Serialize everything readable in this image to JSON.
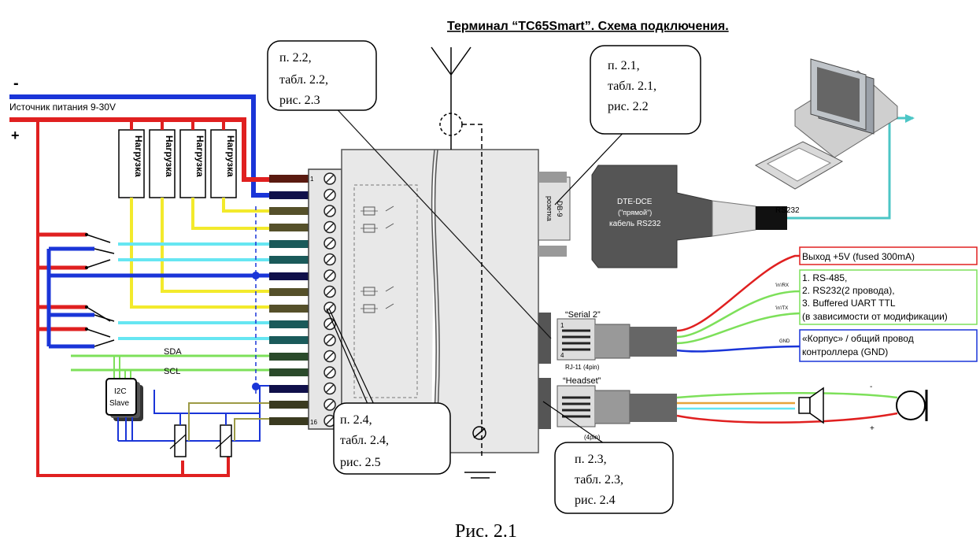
{
  "title": "Терминал “TC65Smart”. Схема подключения.",
  "caption": "Рис. 2.1",
  "power": {
    "minus": "-",
    "plus": "+",
    "label": "Источник питания 9-30V"
  },
  "loads": [
    "Нагрузка",
    "Нагрузка",
    "Нагрузка",
    "Нагрузка"
  ],
  "bus": {
    "sda": "SDA",
    "scl": "SCL"
  },
  "i2c": {
    "line1": "I2C",
    "line2": "Slave"
  },
  "callouts": {
    "c22": [
      "п. 2.2,",
      "табл. 2.2,",
      "рис. 2.3"
    ],
    "c21": [
      "п. 2.1,",
      "табл. 2.1,",
      "рис. 2.2"
    ],
    "c24": [
      "п. 2.4,",
      "табл. 2.4,",
      "рис. 2.5"
    ],
    "c23": [
      "п. 2.3,",
      "табл. 2.3,",
      "рис. 2.4"
    ]
  },
  "db9": {
    "line1": "DB-9",
    "line2": "розетка"
  },
  "cable": {
    "line1": "DTE-DCE",
    "line2": "(\"прямой\")",
    "line3": "кабель RS232"
  },
  "rs232_label": "RS232",
  "serial2": {
    "label": "“Serial 2”",
    "rj": "RJ-11 (4pin)",
    "pin1": "1",
    "pin4": "4"
  },
  "headset": {
    "label": "“Headset”",
    "rj": "(4pin)"
  },
  "wire_tags": {
    "rx": "'in'/RX",
    "tx": "'in'/TX",
    "gnd": "GND"
  },
  "outputs": {
    "box1": "Выход +5V (fused 300mA)",
    "box2": [
      "1. RS-485,",
      "2. RS232(2 провода),",
      "3. Buffered UART TTL",
      "(в зависимости от модификации)"
    ],
    "box3": [
      "«Корпус» / общий провод",
      "контроллера (GND)"
    ]
  },
  "terminal_pins": {
    "first": "1",
    "last": "16"
  },
  "mic_signs": {
    "minus": "-",
    "plus": "+"
  },
  "colors": {
    "red": "#e02020",
    "blue": "#1a35d8",
    "yellow": "#f3ea2c",
    "cyan": "#66e6f2",
    "green": "#7de05a",
    "olive": "#9c9a45",
    "dark": "#111",
    "panel": "#e8e8e8"
  }
}
